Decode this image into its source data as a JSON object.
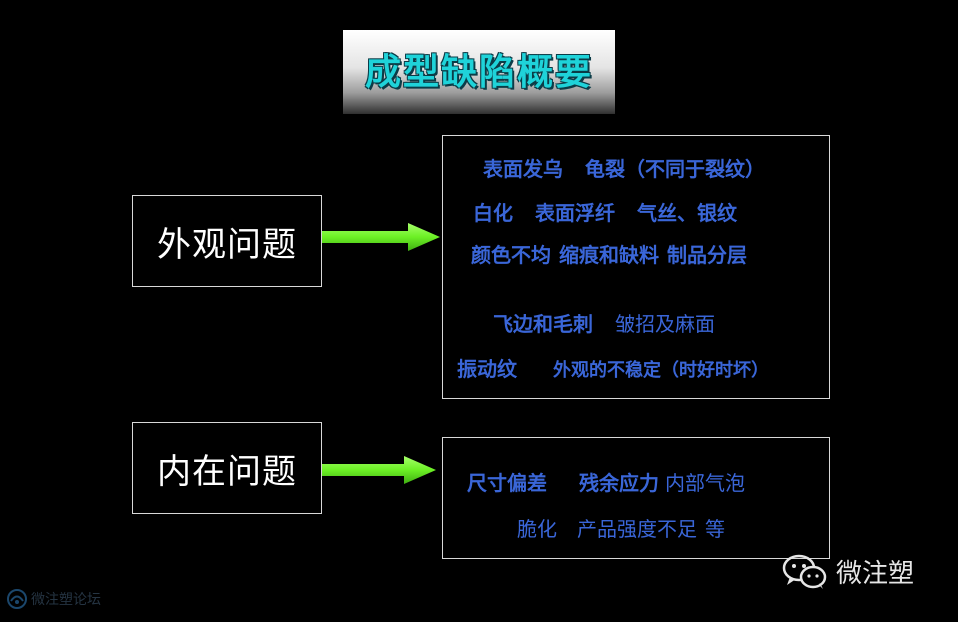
{
  "title": "成型缺陷概要",
  "categories": [
    {
      "label": "外观问题",
      "lines": [
        [
          "表面发乌",
          "龟裂（不同于裂纹）"
        ],
        [
          "白化",
          "表面浮纤",
          "气丝、银纹"
        ],
        [
          "颜色不均",
          "缩痕和缺料",
          "制品分层"
        ],
        [
          "飞边和毛刺",
          "皱招及麻面"
        ],
        [
          "振动纹",
          "外观的不稳定（时好时坏）"
        ]
      ]
    },
    {
      "label": "内在问题",
      "lines": [
        [
          "尺寸偏差",
          "残余应力",
          "内部气泡"
        ],
        [
          "脆化",
          "产品强度不足",
          "等"
        ]
      ]
    }
  ],
  "watermark": {
    "wechat_name": "微注塑",
    "forum_name": "微注塑论坛"
  },
  "colors": {
    "background": "#000000",
    "title_text": "#1fd3d9",
    "list_text": "#3a66d8",
    "arrow": "#7cfc2a",
    "box_border": "#d8d8d8"
  },
  "icons": [
    "right-arrow-icon",
    "wechat-icon",
    "forum-logo-icon"
  ]
}
